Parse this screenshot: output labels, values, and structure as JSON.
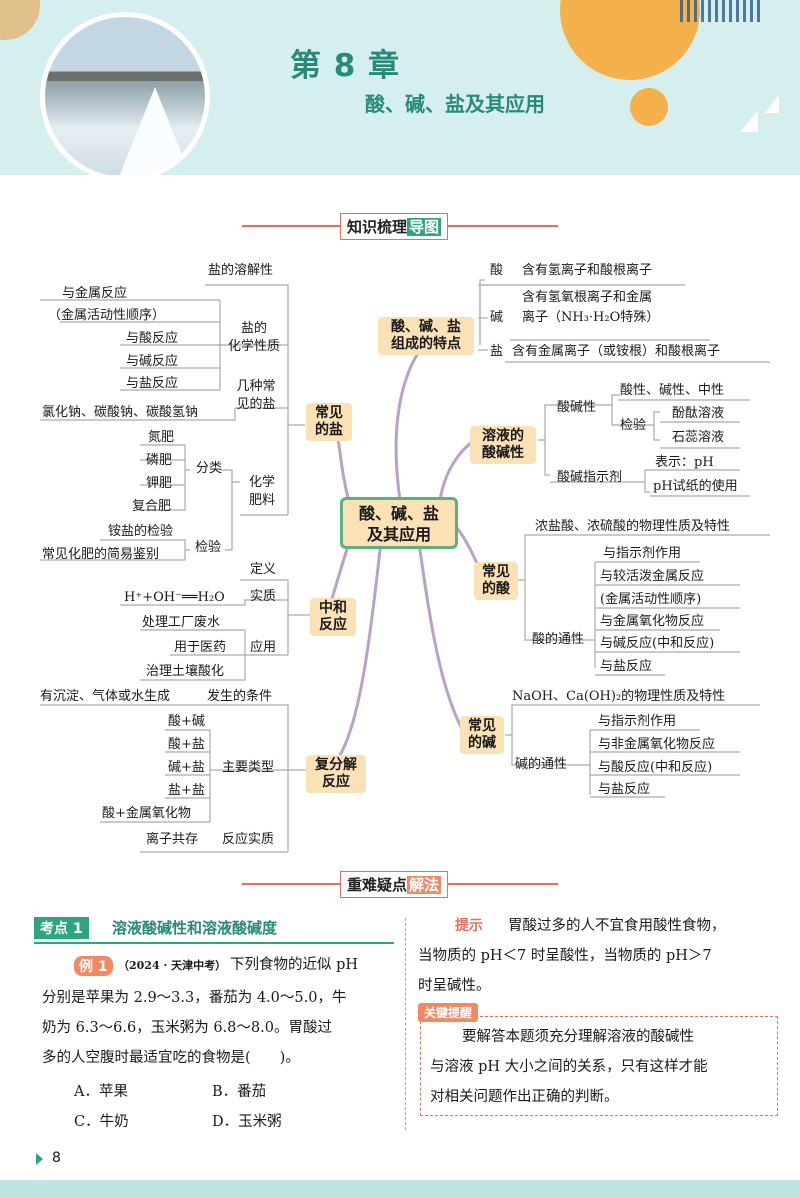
{
  "header": {
    "chapter_number": "第 8 章",
    "chapter_title": "酸、碱、盐及其应用"
  },
  "section1": {
    "prefix": "知识梳理",
    "highlight": "导图"
  },
  "section2": {
    "prefix": "重难疑点",
    "highlight": "解法"
  },
  "mindmap": {
    "center": "酸、碱、盐\n及其应用",
    "branches": {
      "composition": {
        "label": "酸、碱、盐\n组成的特点",
        "acid": "酸",
        "acid_desc": "含有氢离子和酸根离子",
        "base": "碱",
        "base_desc_1": "含有氢氧根离子和金属",
        "base_desc_2": "离子（NH₃·H₂O特殊）",
        "salt": "盐",
        "salt_desc": "含有金属离子（或铵根）和酸根离子"
      },
      "solution": {
        "label": "溶液的\n酸碱性",
        "acidity": "酸碱性",
        "types": "酸性、碱性、中性",
        "test": "检验",
        "test_1": "酚酞溶液",
        "test_2": "石蕊溶液",
        "indicator": "酸碱指示剂",
        "ind_1": "表示：pH",
        "ind_2": "pH试纸的使用"
      },
      "common_acid": {
        "label": "常见\n的酸",
        "physical": "浓盐酸、浓硫酸的物理性质及特性",
        "general": "酸的通性",
        "items": [
          "与指示剂作用",
          "与较活泼金属反应",
          "(金属活动性顺序)",
          "与金属氧化物反应",
          "与碱反应(中和反应)",
          "与盐反应"
        ]
      },
      "common_base": {
        "label": "常见\n的碱",
        "physical": "NaOH、Ca(OH)₂的物理性质及特性",
        "general": "碱的通性",
        "items": [
          "与指示剂作用",
          "与非金属氧化物反应",
          "与酸反应(中和反应)",
          "与盐反应"
        ]
      },
      "common_salt": {
        "label": "常见\n的盐",
        "solubility": "盐的溶解性",
        "chem": "盐的\n化学性质",
        "metal": "与金属反应",
        "metal_note": "（金属活动性顺序）",
        "with_acid": "与酸反应",
        "with_base": "与碱反应",
        "with_salt": "与盐反应",
        "several": "几种常\n见的盐",
        "several_list": "氯化钠、碳酸钠、碳酸氢钠",
        "fert": "化学\n肥料",
        "classify": "分类",
        "fert_items": [
          "氮肥",
          "磷肥",
          "钾肥",
          "复合肥"
        ],
        "check": "检验",
        "check_1": "铵盐的检验",
        "check_2": "常见化肥的简易鉴别"
      },
      "neutral": {
        "label": "中和\n反应",
        "definition": "定义",
        "essence": "实质",
        "equation": "H⁺+OH⁻══H₂O",
        "app": "应用",
        "app_1": "处理工厂废水",
        "app_2": "用于医药",
        "app_3": "治理土壤酸化"
      },
      "double": {
        "label": "复分解\n反应",
        "conditions_desc": "有沉淀、气体或水生成",
        "conditions": "发生的条件",
        "types": "主要类型",
        "type_items": [
          "酸+碱",
          "酸+盐",
          "碱+盐",
          "盐+盐",
          "酸+金属氧化物"
        ],
        "coexist": "离子共存",
        "essence": "反应实质"
      }
    }
  },
  "kaodian": {
    "tag": "考点 1",
    "title": "溶液酸碱性和溶液酸碱度"
  },
  "example": {
    "tag": "例 1",
    "source": "（2024 · 天津中考）",
    "line1": "下列食物的近似 pH",
    "line2": "分别是苹果为 2.9～3.3，番茄为 4.0～5.0，牛",
    "line3": "奶为 6.3～6.6，玉米粥为 6.8～8.0。胃酸过",
    "line4": "多的人空腹时最适宜吃的食物是(　　)。",
    "opt_a": "A．苹果",
    "opt_b": "B．番茄",
    "opt_c": "C．牛奶",
    "opt_d": "D．玉米粥"
  },
  "hint": {
    "label": "提示",
    "line1": "胃酸过多的人不宜食用酸性食物，",
    "line2": "当物质的 pH＜7 时呈酸性，当物质的 pH＞7",
    "line3": "时呈碱性。"
  },
  "key": {
    "badge": "关键提醒",
    "line1": "要解答本题须充分理解溶液的酸碱性",
    "line2": "与溶液 pH 大小之间的关系，只有这样才能",
    "line3": "对相关问题作出正确的判断。"
  },
  "page": {
    "number": "8"
  },
  "colors": {
    "teal": "#2a8a7a",
    "green": "#2fa57f",
    "coral": "#e96e58",
    "node": "#fbe2b6",
    "branch": "#b8a2c8"
  }
}
